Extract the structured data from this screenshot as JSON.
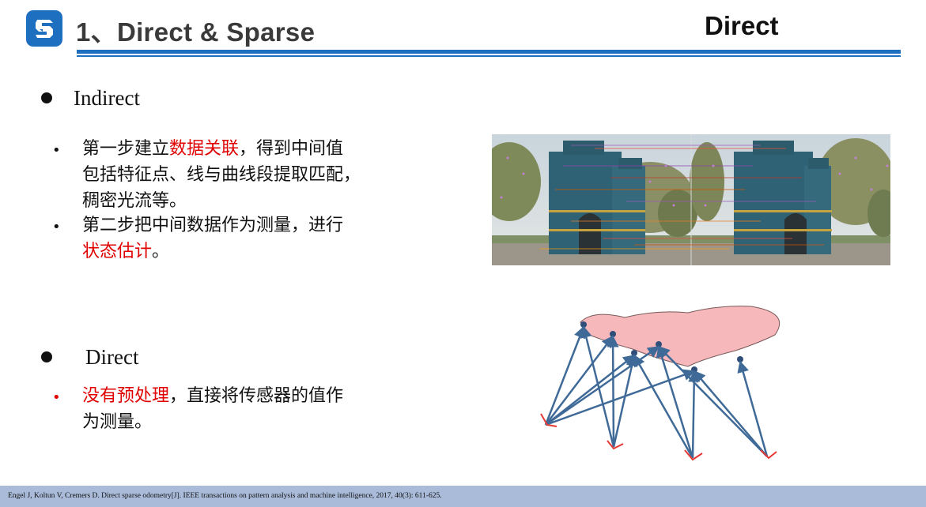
{
  "header": {
    "title": "1、Direct & Sparse",
    "title_right": "Direct",
    "accent_color": "#1f6fc0"
  },
  "sections": [
    {
      "label": "Indirect",
      "items": [
        {
          "lines": [
            {
              "parts": [
                "第一步建立",
                "数据关联",
                "，得到中间值"
              ]
            },
            {
              "parts": [
                "包括特征点、线与曲线段提取匹配，"
              ]
            },
            {
              "parts": [
                "稠密光流等。"
              ]
            }
          ],
          "highlight": "数据关联"
        },
        {
          "lines": [
            {
              "parts": [
                "第二步把中间数据作为测量，进行"
              ]
            },
            {
              "parts": [
                "状态估计",
                "。"
              ]
            }
          ],
          "highlight": "状态估计"
        }
      ]
    },
    {
      "label": "Direct",
      "items": [
        {
          "lines": [
            {
              "parts": [
                "没有预处理",
                "，直接将传感器的值作"
              ]
            },
            {
              "parts": [
                "为测量。"
              ]
            }
          ],
          "highlight": "没有预处理"
        }
      ]
    }
  ],
  "footer": {
    "citation": "Engel J, Koltun V, Cremers D. Direct sparse odometry[J]. IEEE transactions on pattern analysis and machine intelligence, 2017, 40(3): 611-625."
  },
  "colors": {
    "highlight": "#e00000",
    "footer_bg": "#a9bbd9",
    "shape_fill": "#f6b8bb",
    "arrow": "#3f6a98"
  }
}
